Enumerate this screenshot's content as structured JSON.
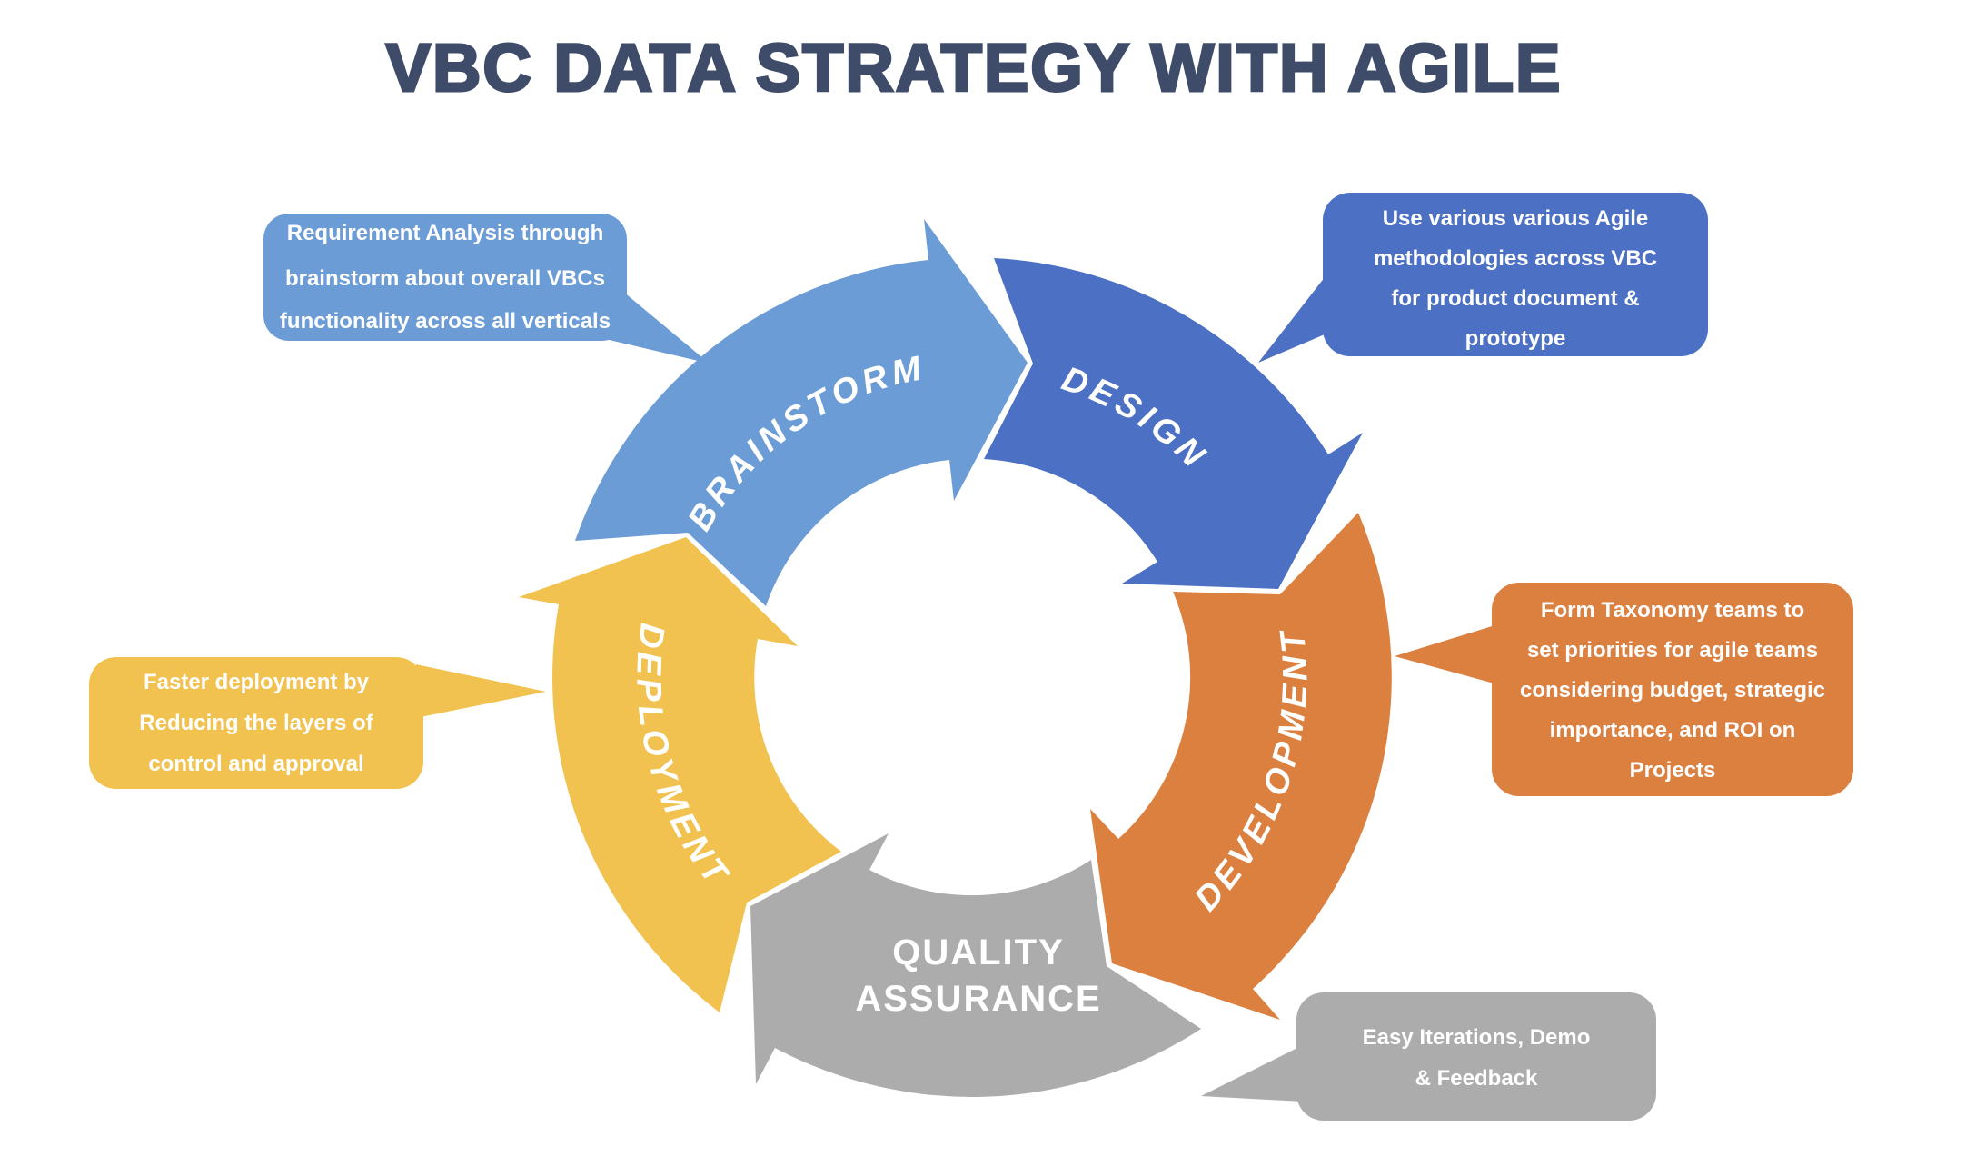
{
  "title": "VBC DATA STRATEGY WITH AGILE",
  "colors": {
    "background": "#FFFFFF",
    "title": "#3E4C6A",
    "label_text": "#FFFFFF"
  },
  "cycle": {
    "direction": "clockwise",
    "segments": [
      {
        "id": "brainstorm",
        "label": "BRAINSTORM",
        "color": "#6C9CD6"
      },
      {
        "id": "design",
        "label": "DESIGN",
        "color": "#4C70C4"
      },
      {
        "id": "development",
        "label": "DEVELOPMENT",
        "color": "#DC8040"
      },
      {
        "id": "quality-assurance",
        "label_lines": [
          "QUALITY",
          "ASSURANCE"
        ],
        "color": "#ACACAC"
      },
      {
        "id": "deployment",
        "label": "DEPLOYMENT",
        "color": "#F1C24F"
      }
    ]
  },
  "callouts": [
    {
      "id": "brainstorm-note",
      "color": "#6C9CD6",
      "lines": [
        "Requirement Analysis through",
        "brainstorm about overall VBCs",
        "functionality across all verticals"
      ]
    },
    {
      "id": "design-note",
      "color": "#4C70C4",
      "lines": [
        "Use various various Agile",
        "methodologies across VBC",
        "for product document &",
        "prototype"
      ]
    },
    {
      "id": "development-note",
      "color": "#DC8040",
      "lines": [
        "Form Taxonomy teams to",
        "set priorities for agile teams",
        "considering budget, strategic",
        "importance, and ROI  on",
        "Projects"
      ]
    },
    {
      "id": "deployment-note",
      "color": "#F1C24F",
      "lines": [
        "Faster deployment by",
        "Reducing the layers of",
        "control and approval"
      ]
    },
    {
      "id": "qa-note",
      "color": "#ACACAC",
      "lines": [
        "Easy Iterations, Demo",
        "& Feedback"
      ]
    }
  ]
}
